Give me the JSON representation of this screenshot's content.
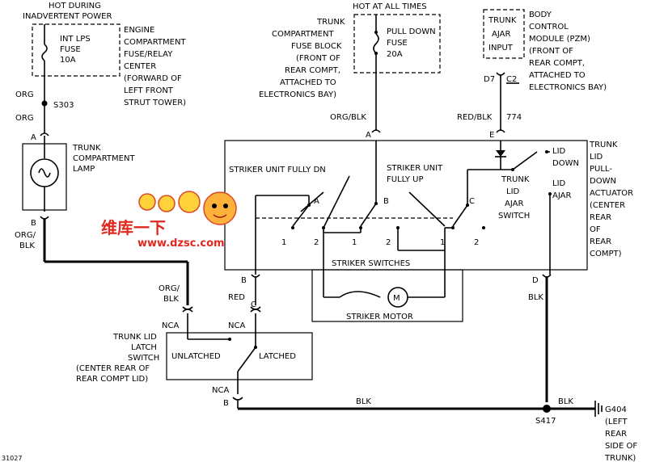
{
  "figure_id": "31027",
  "hot_during": [
    "HOT DURING",
    "INADVERTENT POWER"
  ],
  "hot_all_times": "HOT AT ALL TIMES",
  "engine_block": [
    "ENGINE",
    "COMPARTMENT",
    "FUSE/RELAY",
    "CENTER",
    "(FORWARD OF",
    "LEFT FRONT",
    "STRUT TOWER)"
  ],
  "int_lps_fuse": [
    "INT LPS",
    "FUSE",
    "10A"
  ],
  "trunk_fuse_block": [
    "TRUNK",
    "COMPARTMENT",
    "FUSE BLOCK",
    "(FRONT OF",
    "REAR COMPT,",
    "ATTACHED TO",
    "ELECTRONICS BAY)"
  ],
  "pull_down_fuse": [
    "PULL DOWN",
    "FUSE",
    "20A"
  ],
  "trunk_ajar_input": [
    "TRUNK",
    "AJAR",
    "INPUT"
  ],
  "bcm": [
    "BODY",
    "CONTROL",
    "MODULE (PZM)",
    "(FRONT OF",
    "REAR COMPT,",
    "ATTACHED TO",
    "ELECTRONICS BAY)"
  ],
  "terminals": {
    "d7": "D7",
    "c2": "C2",
    "a1": "A",
    "a2": "A",
    "e": "E",
    "b1": "B",
    "b2": "B",
    "b3": "B",
    "c": "C",
    "d": "D"
  },
  "wires": {
    "org1": "ORG",
    "org2": "ORG",
    "s303": "S303",
    "org_blk": "ORG/BLK",
    "red_blk": "RED/BLK",
    "circuit": "774",
    "org_blk_b": [
      "ORG/",
      "BLK"
    ],
    "org_blk_c": [
      "ORG/",
      "BLK"
    ],
    "red": "RED",
    "blk_d": "BLK",
    "blk_bottom": "BLK",
    "blk_right": "BLK",
    "nca1": "NCA",
    "nca2": "NCA",
    "nca3": "NCA",
    "s417": "S417"
  },
  "trunk_lamp": [
    "TRUNK",
    "COMPARTMENT",
    "LAMP"
  ],
  "actuator": [
    "TRUNK",
    "LID",
    "PULL-",
    "DOWN",
    "ACTUATOR",
    "(CENTER",
    "REAR",
    "OF",
    "REAR",
    "COMPT)"
  ],
  "striker_down": "STRIKER UNIT FULLY DN",
  "striker_up": [
    "STRIKER UNIT",
    "FULLY UP"
  ],
  "switch_labels": {
    "a": "A",
    "b": "B",
    "c": "C",
    "n1a": "1",
    "n2a": "2",
    "n1b": "1",
    "n2b": "2",
    "n1c": "1",
    "n2c": "2"
  },
  "lid_ajar_switch": [
    "TRUNK",
    "LID",
    "AJAR",
    "SWITCH"
  ],
  "lid_down": [
    "LID",
    "DOWN"
  ],
  "lid_ajar": [
    "LID",
    "AJAR"
  ],
  "striker_switches": "STRIKER SWITCHES",
  "striker_motor": "STRIKER MOTOR",
  "motor_symbol": "M",
  "latch_switch": [
    "TRUNK LID",
    "LATCH",
    "SWITCH",
    "(CENTER REAR OF",
    "REAR COMPT LID)"
  ],
  "unlatched": "UNLATCHED",
  "latched": "LATCHED",
  "ground": [
    "G404",
    "(LEFT",
    "REAR",
    "SIDE OF",
    "TRUNK)"
  ],
  "watermark": {
    "cn": "维库一下",
    "url": "www.dzsc.com"
  }
}
